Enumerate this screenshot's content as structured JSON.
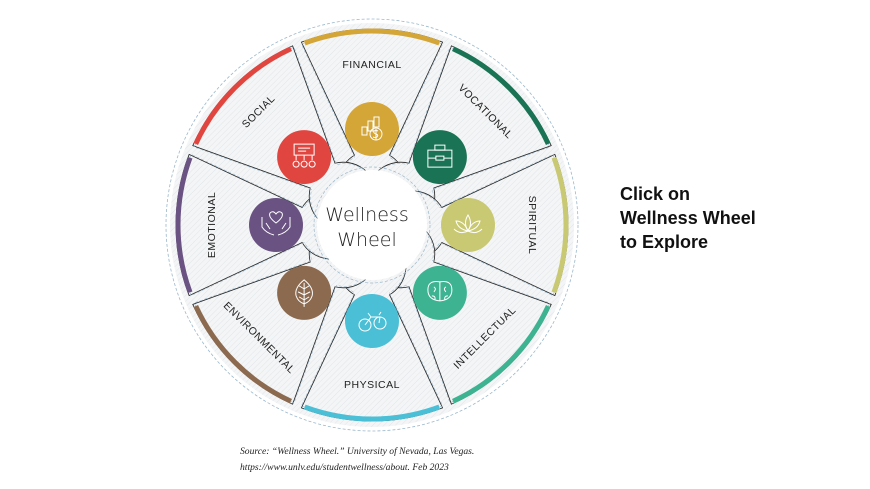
{
  "wheel": {
    "title_line1": "Wellness",
    "title_line2": "Wheel",
    "segments": [
      {
        "label": "FINANCIAL",
        "icon": "dollar-bars-icon",
        "color": "#D4A537"
      },
      {
        "label": "VOCATIONAL",
        "icon": "briefcase-icon",
        "color": "#1A7354"
      },
      {
        "label": "SPIRITUAL",
        "icon": "lotus-icon",
        "color": "#C9C974"
      },
      {
        "label": "INTELLECTUAL",
        "icon": "brain-icon",
        "color": "#3DB391"
      },
      {
        "label": "PHYSICAL",
        "icon": "bicycle-icon",
        "color": "#4BBFD6"
      },
      {
        "label": "ENVIRONMENTAL",
        "icon": "leaf-icon",
        "color": "#8C6A4F"
      },
      {
        "label": "EMOTIONAL",
        "icon": "heart-hands-icon",
        "color": "#6A5282"
      },
      {
        "label": "SOCIAL",
        "icon": "presentation-people-icon",
        "color": "#E0463F"
      }
    ]
  },
  "cta": {
    "line1": "Click on",
    "line2": "Wellness Wheel",
    "line3": "to Explore"
  },
  "source": {
    "line1": "Source: “Wellness Wheel.”  University of Nevada, Las Vegas.",
    "line2": "https://www.unlv.edu/studentwellness/about. Feb 2023"
  }
}
